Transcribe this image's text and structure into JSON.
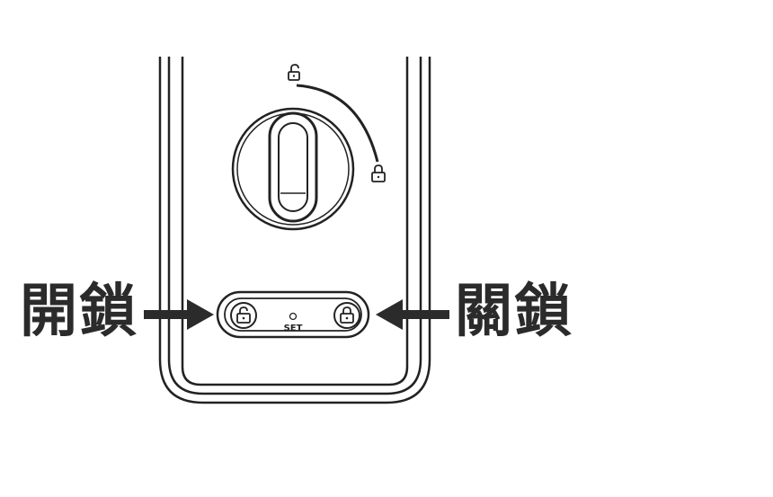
{
  "labels": {
    "unlock": "開鎖",
    "lock": "關鎖"
  },
  "panel": {
    "set_label": "SET"
  },
  "icons": {
    "top_rotation_icon": "unlocked-padlock-icon",
    "end_rotation_icon": "locked-padlock-icon",
    "unlock_button_icon": "unlocked-padlock-icon",
    "lock_button_icon": "locked-padlock-icon"
  },
  "colors": {
    "line": "#222222",
    "label": "#2b2b2b",
    "background": "#ffffff"
  }
}
